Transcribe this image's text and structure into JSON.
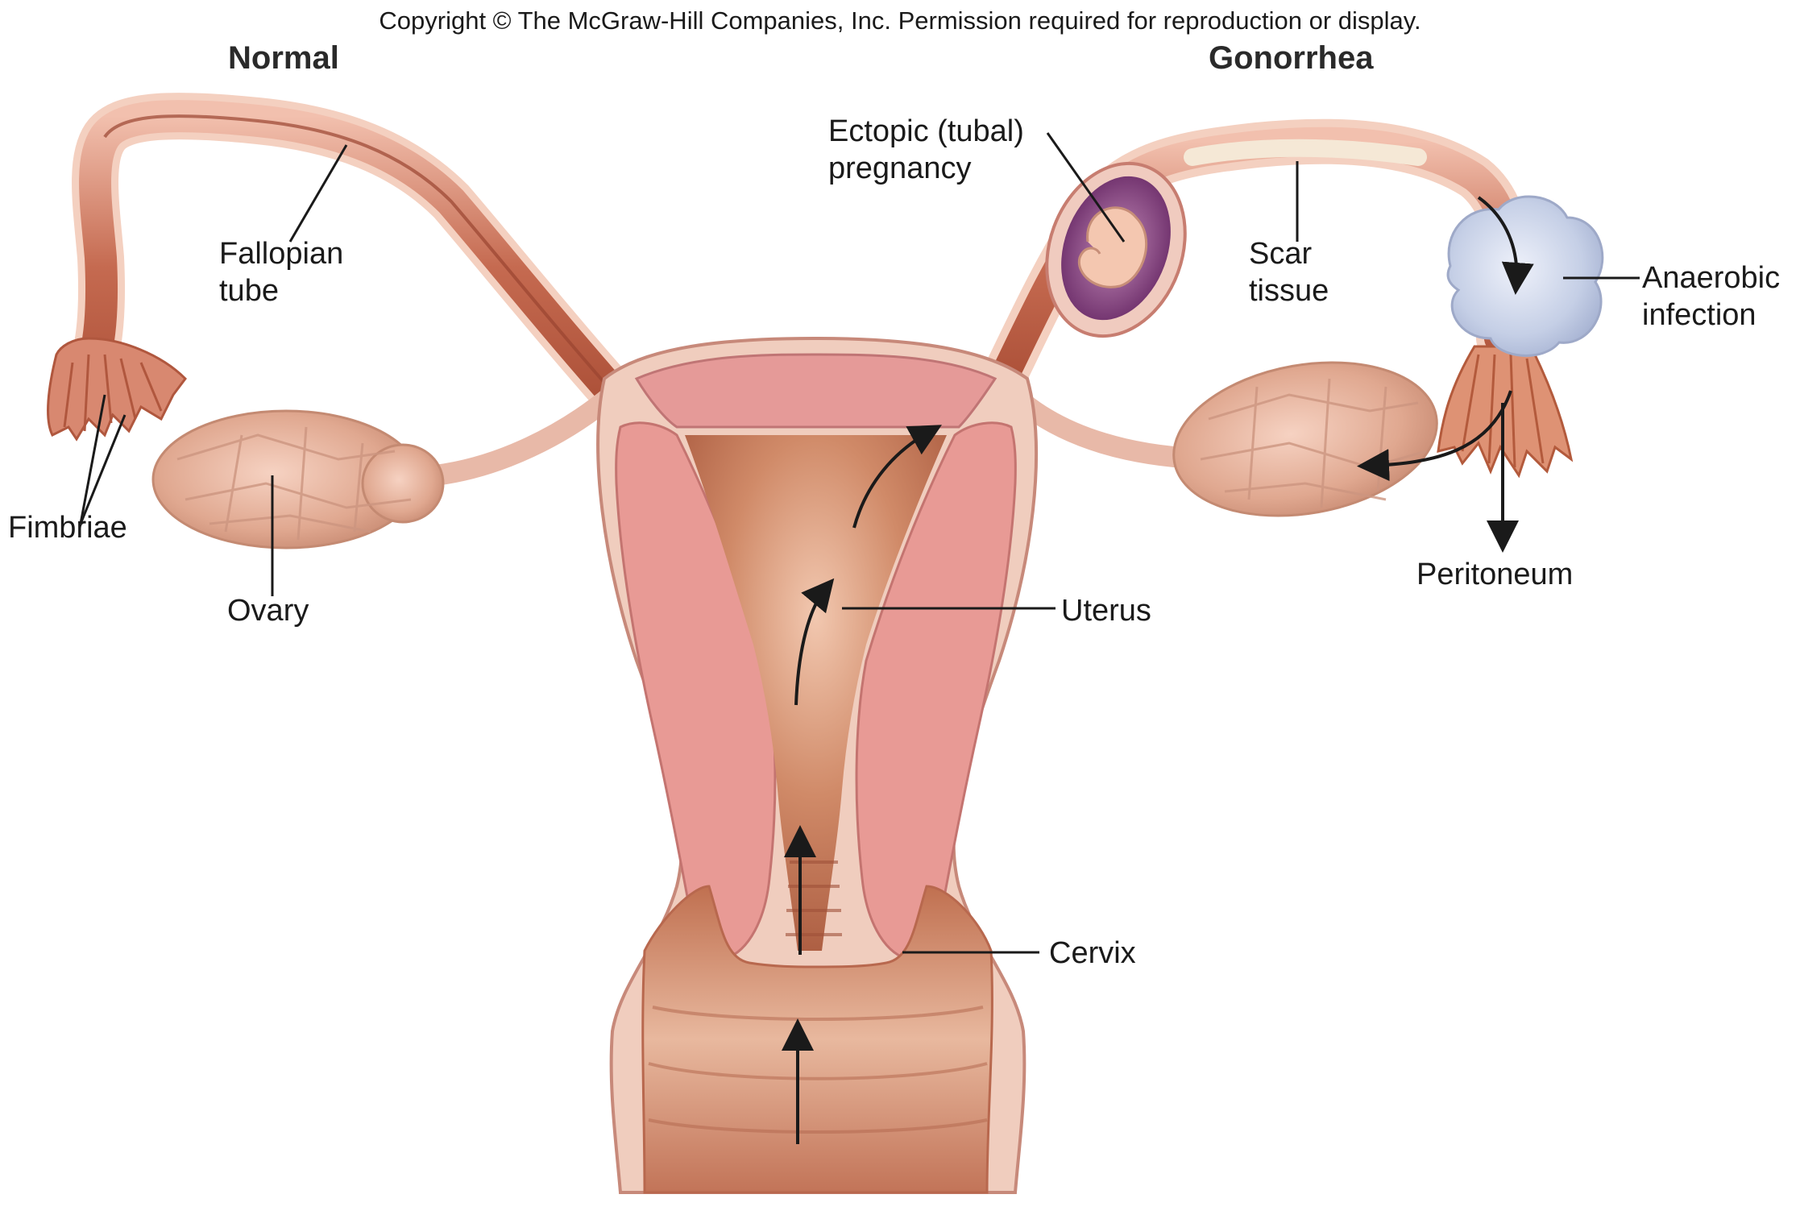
{
  "copyright": "Copyright © The McGraw-Hill Companies, Inc. Permission required for reproduction or display.",
  "titles": {
    "normal": "Normal",
    "gonorrhea": "Gonorrhea"
  },
  "labels": {
    "fallopian_tube": [
      "Fallopian",
      "tube"
    ],
    "fimbriae": "Fimbriae",
    "ovary": "Ovary",
    "ectopic": [
      "Ectopic (tubal)",
      "pregnancy"
    ],
    "scar_tissue": [
      "Scar",
      "tissue"
    ],
    "anaerobic_infection": [
      "Anaerobic",
      "infection"
    ],
    "peritoneum": "Peritoneum",
    "uterus": "Uterus",
    "cervix": "Cervix"
  },
  "colors": {
    "tissue": "#e8a090",
    "tissue_dark": "#b65f48",
    "muscle": "#e99a94",
    "cavity": "#c9805f",
    "ovary": "#e6b4a0",
    "infection": "#c8d2ea",
    "embryo_sac": "#8a4a86"
  }
}
